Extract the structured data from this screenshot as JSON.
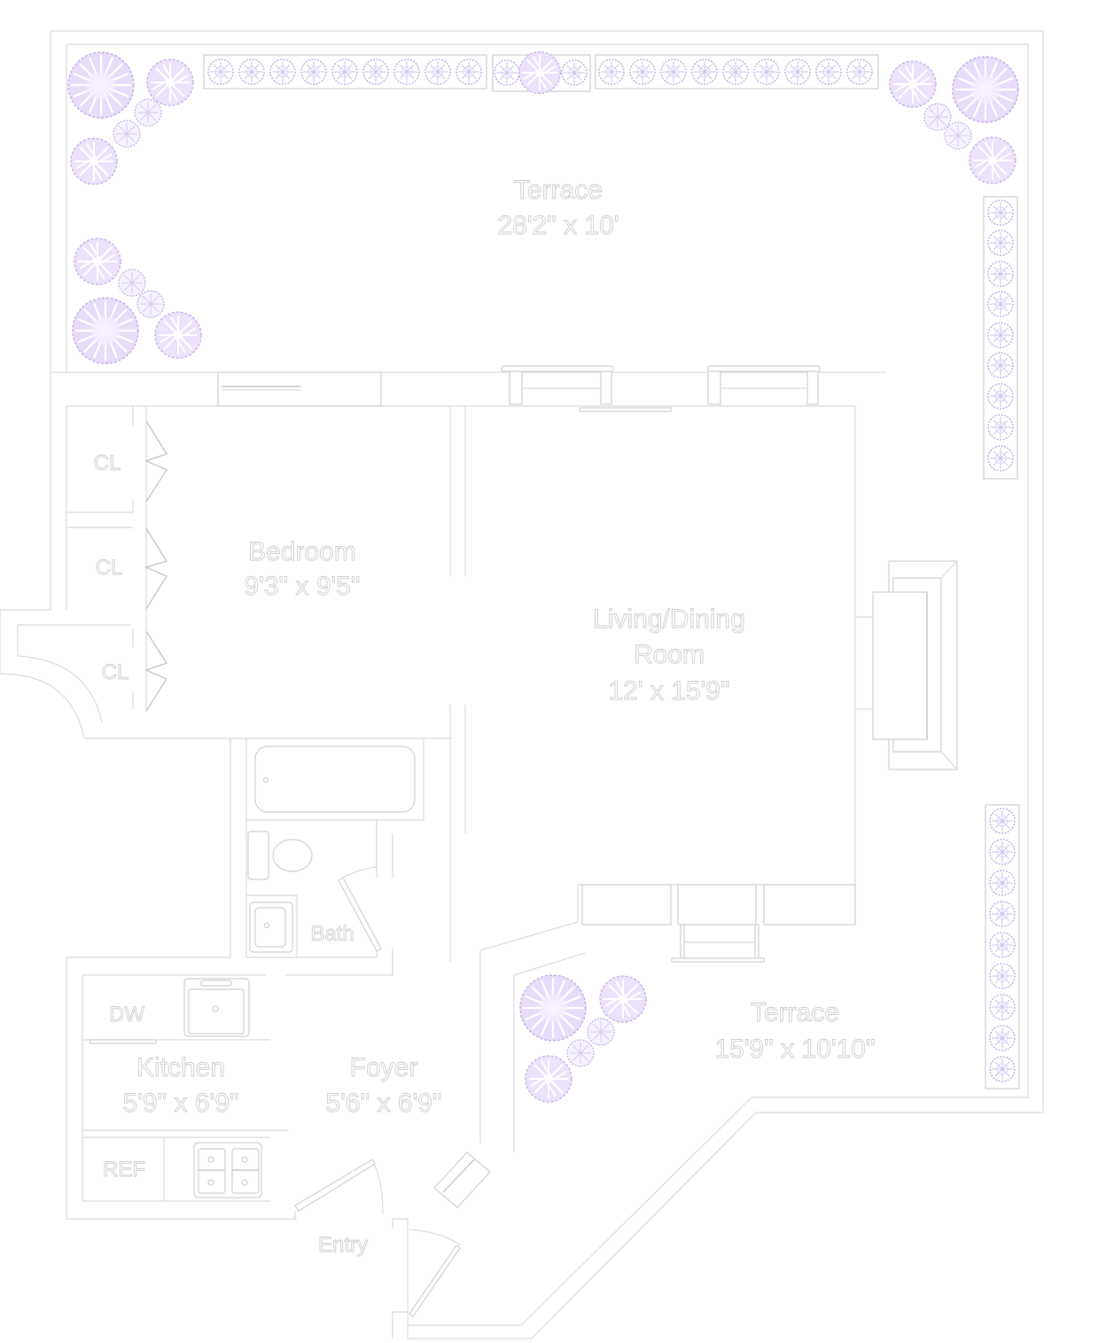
{
  "plan": {
    "colors": {
      "line": "#d6d6d6",
      "line_dark": "#c4c4c4",
      "plant": "#c9b6ee",
      "plant_edge": "#a99ad6",
      "background": "#ffffff"
    },
    "rooms": {
      "terrace_north": {
        "name": "Terrace",
        "dims": "28'2\" x 10'"
      },
      "bedroom": {
        "name": "Bedroom",
        "dims": "9'3\" x 9'5\""
      },
      "living": {
        "name_line1": "Living/Dining",
        "name_line2": "Room",
        "dims": "12' x 15'9\""
      },
      "terrace_south": {
        "name": "Terrace",
        "dims": "15'9\" x 10'10\""
      },
      "kitchen": {
        "name": "Kitchen",
        "dims": "5'9\" x 6'9\""
      },
      "foyer": {
        "name": "Foyer",
        "dims": "5'6\" x 6'9\""
      },
      "bath": {
        "name": "Bath"
      },
      "entry": {
        "name": "Entry"
      }
    },
    "closets": [
      "CL",
      "CL",
      "CL"
    ],
    "appliances": {
      "dishwasher": "DW",
      "refrigerator": "REF"
    },
    "icons": [
      "tree-icon",
      "shrub-icon",
      "planter-icon",
      "sink-icon",
      "stove-icon",
      "bathtub-icon",
      "toilet-icon",
      "fireplace-icon",
      "door-swing-icon",
      "window-icon"
    ]
  }
}
